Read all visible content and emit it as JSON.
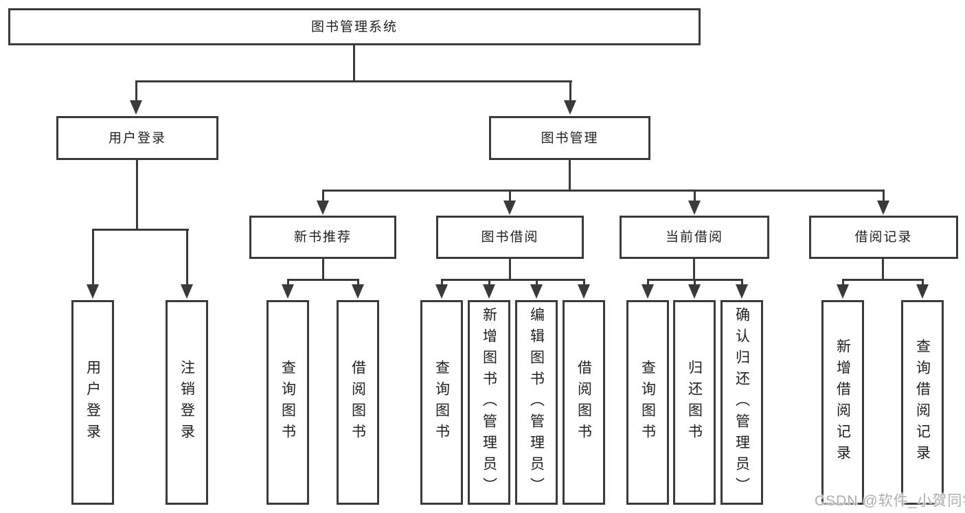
{
  "nodes": {
    "root": {
      "label": "图书管理系统"
    },
    "userLogin": {
      "label": "用户登录"
    },
    "bookManagement": {
      "label": "图书管理"
    },
    "login": {
      "label": "用户登录"
    },
    "logout": {
      "label": "注销登录"
    },
    "newBookRecommend": {
      "label": "新书推荐"
    },
    "bookBorrow": {
      "label": "图书借阅"
    },
    "currentBorrow": {
      "label": "当前借阅"
    },
    "borrowRecords": {
      "label": "借阅记录"
    },
    "queryBooks1": {
      "label": "查询图书"
    },
    "borrowBooks1": {
      "label": "借阅图书"
    },
    "queryBooks2": {
      "label": "查询图书"
    },
    "addBooks": {
      "label": "新增图书（管理员）"
    },
    "editBooks": {
      "label": "编辑图书（管理员）"
    },
    "borrowBooks2": {
      "label": "借阅图书"
    },
    "queryBooks3": {
      "label": "查询图书"
    },
    "returnBooks": {
      "label": "归还图书"
    },
    "confirmReturn": {
      "label": "确认归还（管理员）"
    },
    "addBorrowRecord": {
      "label": "新增借阅记录"
    },
    "queryBorrowRecord": {
      "label": "查询借阅记录"
    }
  },
  "watermark": {
    "text": "CSDN @软件_小贺同学"
  },
  "colors": {
    "line": "#3a3a3a",
    "text": "#1f1f1f",
    "watermark": "#aeaeae",
    "background": "#ffffff"
  }
}
